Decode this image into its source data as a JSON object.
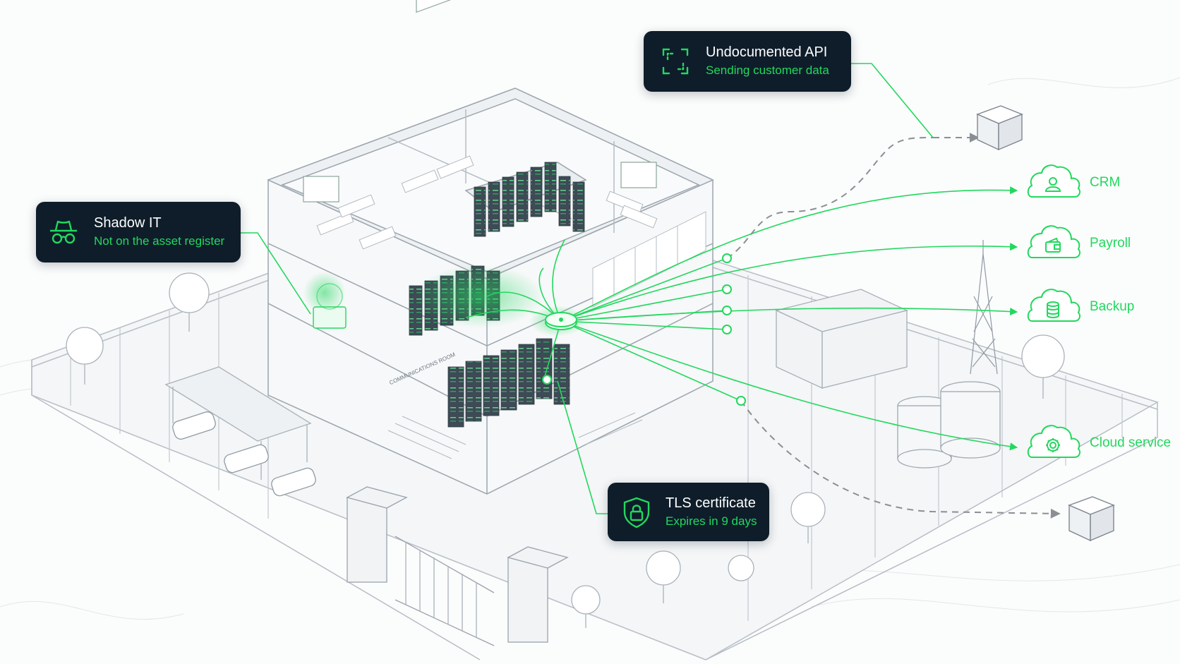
{
  "colors": {
    "accent": "#22d85e",
    "panel": "#0f1d2a",
    "line_gray": "#8a8f94",
    "sketch": "#b7bec6"
  },
  "callouts": {
    "undocumented_api": {
      "title": "Undocumented API",
      "subtitle": "Sending customer data",
      "icon": "scan-frame-icon"
    },
    "shadow_it": {
      "title": "Shadow IT",
      "subtitle": "Not on the asset register",
      "icon": "spy-incognito-icon"
    },
    "tls_certificate": {
      "title": "TLS certificate",
      "subtitle": "Expires in 9 days",
      "icon": "shield-lock-icon"
    }
  },
  "services": [
    {
      "label": "CRM",
      "icon": "user-icon"
    },
    {
      "label": "Payroll",
      "icon": "wallet-icon"
    },
    {
      "label": "Backup",
      "icon": "database-icon"
    },
    {
      "label": "Cloud service",
      "icon": "gear-icon"
    }
  ],
  "building_signage": {
    "room_sign": "COMMUNICATIONS ROOM"
  }
}
